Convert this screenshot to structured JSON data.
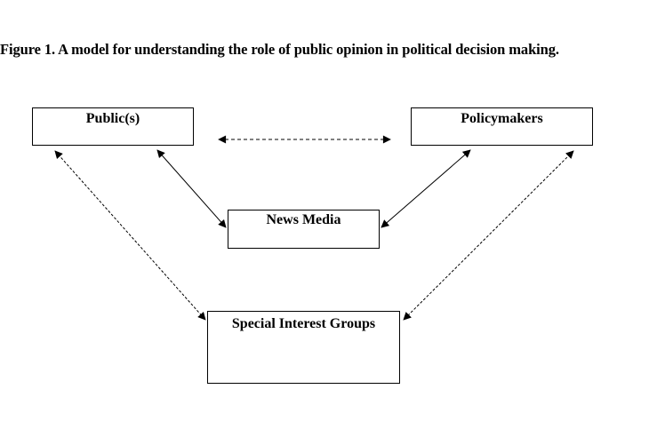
{
  "figure": {
    "caption": "Figure 1. A model for understanding the role of public opinion in political decision making."
  },
  "nodes": {
    "public": "Public(s)",
    "policymakers": "Policymakers",
    "news_media": "News Media",
    "special_interest": "Special Interest Groups"
  },
  "links": [
    {
      "from": "public",
      "to": "policymakers",
      "style": "dashed",
      "arrows": "both"
    },
    {
      "from": "public",
      "to": "news_media",
      "style": "solid",
      "arrows": "both"
    },
    {
      "from": "policymakers",
      "to": "news_media",
      "style": "solid",
      "arrows": "both"
    },
    {
      "from": "public",
      "to": "special_interest",
      "style": "dashed",
      "arrows": "both"
    },
    {
      "from": "policymakers",
      "to": "special_interest",
      "style": "dashed",
      "arrows": "both"
    }
  ],
  "colors": {
    "line": "#000000",
    "background": "#ffffff"
  }
}
